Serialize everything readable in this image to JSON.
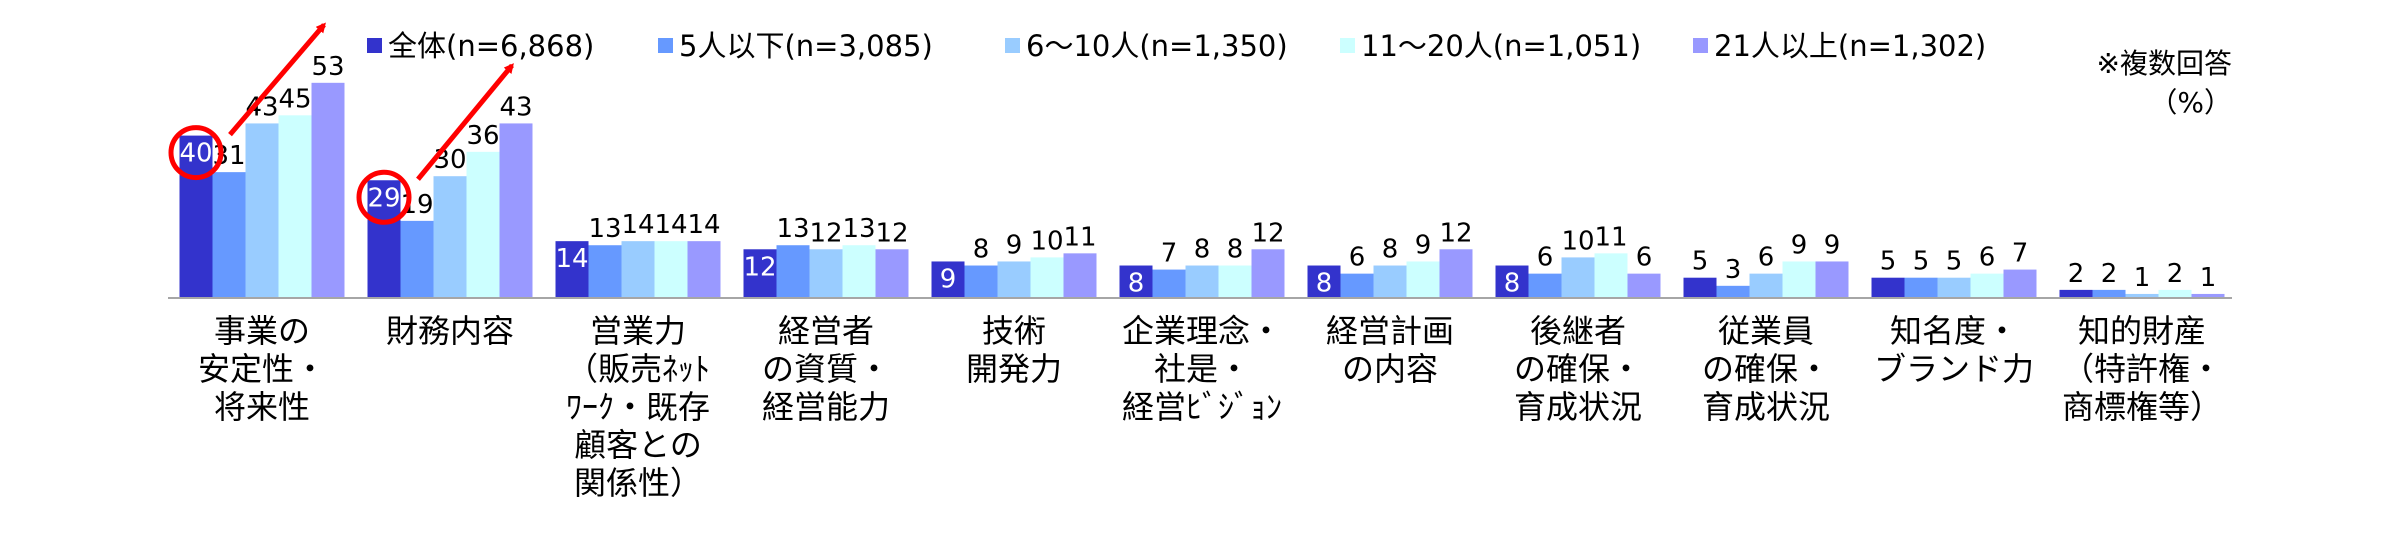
{
  "chart_data": {
    "type": "bar",
    "note_lines": [
      "※複数回答",
      "（%）"
    ],
    "categories": [
      {
        "lines": [
          "事業の",
          "安定性・",
          "将来性"
        ]
      },
      {
        "lines": [
          "財務内容"
        ]
      },
      {
        "lines": [
          "営業力",
          "（販売ﾈｯﾄ",
          "ﾜｰｸ・既存",
          "顧客との",
          "関係性）"
        ]
      },
      {
        "lines": [
          "経営者",
          "の資質・",
          "経営能力"
        ]
      },
      {
        "lines": [
          "技術",
          "開発力"
        ]
      },
      {
        "lines": [
          "企業理念・",
          "社是・",
          "経営ﾋﾞｼﾞｮﾝ"
        ]
      },
      {
        "lines": [
          "経営計画",
          "の内容"
        ]
      },
      {
        "lines": [
          "後継者",
          "の確保・",
          "育成状況"
        ]
      },
      {
        "lines": [
          "従業員",
          "の確保・",
          "育成状況"
        ]
      },
      {
        "lines": [
          "知名度・",
          "ブランド力"
        ]
      },
      {
        "lines": [
          "知的財産",
          "（特許権・",
          "商標権等）"
        ]
      }
    ],
    "series": [
      {
        "name": "全体(n=6,868)",
        "color": "#3333cc",
        "values": [
          40,
          29,
          14,
          12,
          9,
          8,
          8,
          8,
          5,
          5,
          2
        ]
      },
      {
        "name": "5人以下(n=3,085)",
        "color": "#6699ff",
        "values": [
          31,
          19,
          13,
          13,
          8,
          7,
          6,
          6,
          3,
          5,
          2
        ]
      },
      {
        "name": "6～10人(n=1,350)",
        "color": "#99ccff",
        "values": [
          43,
          30,
          14,
          12,
          9,
          8,
          8,
          10,
          6,
          5,
          1
        ]
      },
      {
        "name": "11～20人(n=1,051)",
        "color": "#ccffff",
        "values": [
          45,
          36,
          14,
          13,
          10,
          8,
          9,
          11,
          9,
          6,
          2
        ]
      },
      {
        "name": "21人以上(n=1,302)",
        "color": "#9999ff",
        "values": [
          53,
          43,
          14,
          12,
          11,
          12,
          12,
          6,
          9,
          7,
          1
        ]
      }
    ],
    "ylim": [
      0,
      60
    ],
    "highlight": {
      "series_index": 0,
      "category_indices": [
        0,
        1
      ],
      "circle_color": "#ff0000",
      "arrow_color": "#ff0000"
    }
  }
}
